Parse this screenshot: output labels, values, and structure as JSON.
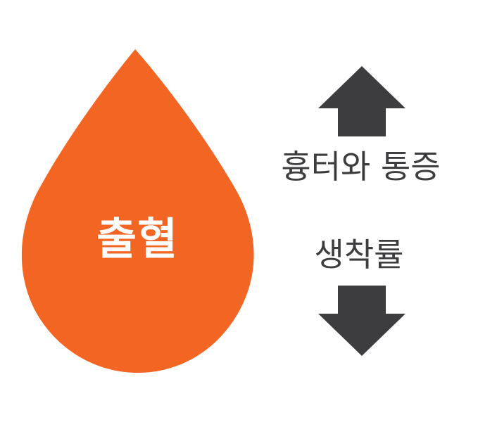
{
  "drop": {
    "label": "출혈",
    "color": "#f26522",
    "label_color": "#ffffff"
  },
  "indicators": {
    "increase_label": "흉터와 통증",
    "decrease_label": "생착률",
    "arrow_color": "#3d3d3f",
    "text_color": "#3d3d3f"
  },
  "icons": {
    "drop": "blood-drop-icon",
    "up": "arrow-up-icon",
    "down": "arrow-down-icon"
  }
}
